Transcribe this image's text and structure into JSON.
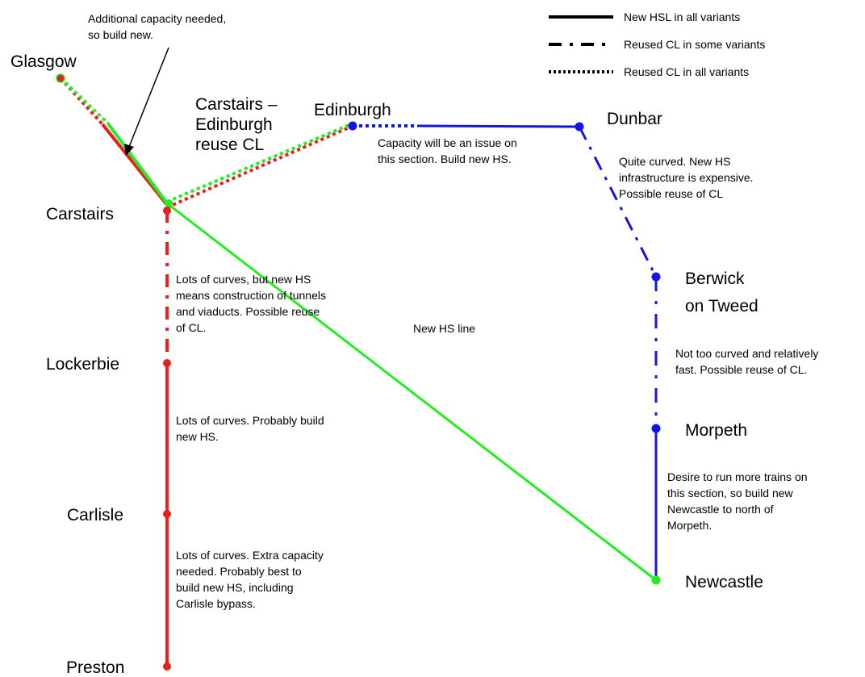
{
  "legend": {
    "new_hsl": "New HSL in all variants",
    "reused_some": "Reused CL in some variants",
    "reused_all": "Reused CL in all variants"
  },
  "colors": {
    "red": "#e8201c",
    "green": "#22ee22",
    "blue": "#1414e6",
    "black": "#000000"
  },
  "cities": {
    "glasgow": "Glasgow",
    "carstairs": "Carstairs",
    "edinburgh": "Edinburgh",
    "dunbar": "Dunbar",
    "berwick_1": "Berwick",
    "berwick_2": "on Tweed",
    "lockerbie": "Lockerbie",
    "morpeth": "Morpeth",
    "carlisle": "Carlisle",
    "newcastle": "Newcastle",
    "preston": "Preston"
  },
  "notes": {
    "capacity_top": [
      "Additional capacity needed,",
      "so build new."
    ],
    "carstairs_edinburgh": [
      "Carstairs –",
      "Edinburgh",
      "reuse CL"
    ],
    "edinburgh_dunbar": [
      "Capacity will be an issue on",
      "this section. Build new HS."
    ],
    "dunbar_berwick": [
      "Quite curved. New HS",
      "infrastructure is expensive.",
      "Possible reuse of CL"
    ],
    "carstairs_lockerbie": [
      "Lots of curves, but new HS",
      "means construction of tunnels",
      "and viaducts. Possible reuse",
      "of CL."
    ],
    "new_hs_line": [
      "New HS line"
    ],
    "berwick_morpeth": [
      "Not too curved and relatively",
      "fast. Possible reuse of CL."
    ],
    "lockerbie_carlisle": [
      "Lots of curves. Probably build",
      "new HS."
    ],
    "morpeth_newcastle": [
      "Desire to run more trains on",
      "this section, so build new",
      "Newcastle to north of",
      "Morpeth."
    ],
    "carlisle_preston": [
      "Lots of curves. Extra capacity",
      "needed. Probably best to",
      "build new HS, including",
      "Carlisle bypass."
    ]
  }
}
